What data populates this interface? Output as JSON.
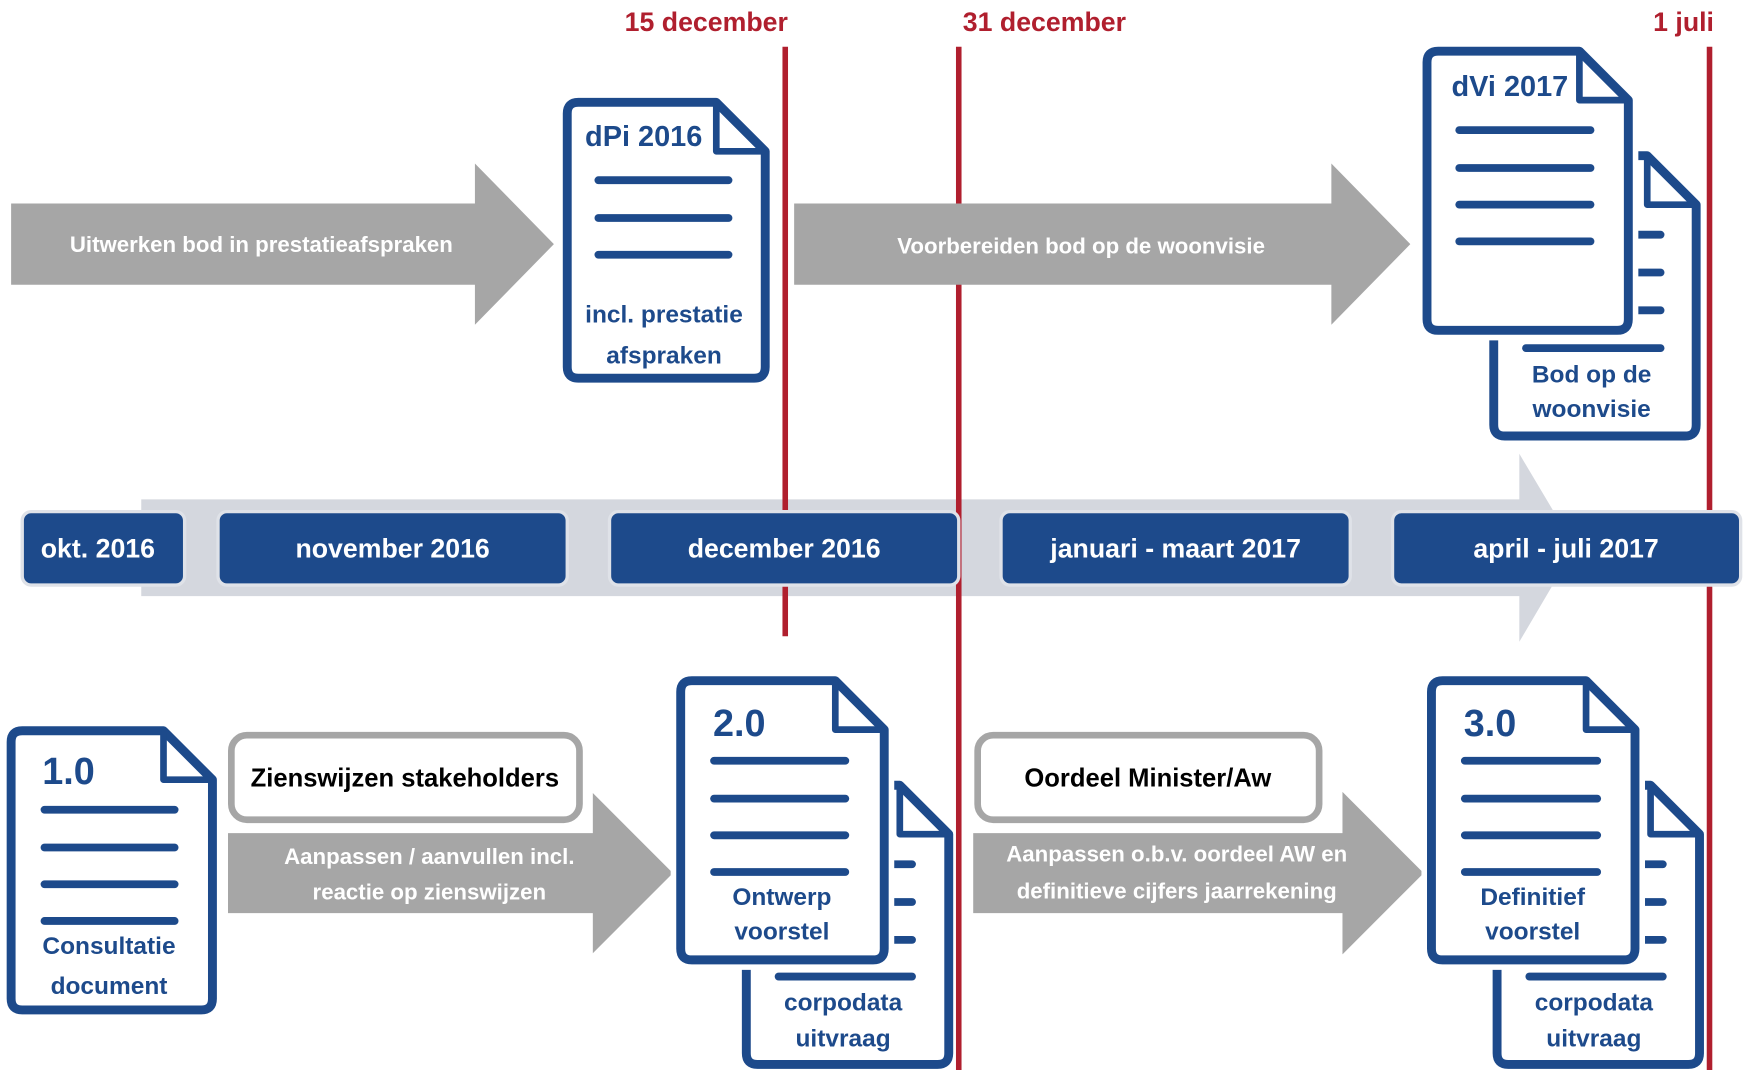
{
  "deadlines": {
    "dec15": "15 december",
    "dec31": "31 december",
    "jul1": "1 juli"
  },
  "top_row": {
    "arrow_prestatieafspraken": "Uitwerken bod in prestatieafspraken",
    "dpi_document": {
      "title": "dPi 2016",
      "caption_line1": "incl. prestatie",
      "caption_line2": "afspraken"
    },
    "arrow_woonvisie": "Voorbereiden bod op de woonvisie",
    "dvi_document": {
      "title": "dVi 2017"
    },
    "bod_document": {
      "caption_line1": "Bod op de",
      "caption_line2": "woonvisie"
    }
  },
  "timeline": {
    "periods": [
      "okt. 2016",
      "november 2016",
      "december 2016",
      "januari - maart 2017",
      "april - juli 2017"
    ]
  },
  "bottom_row": {
    "consultation_document": {
      "title": "1.0",
      "caption_line1": "Consultatie",
      "caption_line2": "document"
    },
    "stakeholder_box": "Zienswijzen stakeholders",
    "arrow_zienswijzen": {
      "line1": "Aanpassen / aanvullen incl.",
      "line2": "reactie op zienswijzen"
    },
    "draft_document": {
      "title": "2.0",
      "caption_line1": "Ontwerp",
      "caption_line2": "voorstel"
    },
    "draft_corpodata_document": {
      "caption_line1": "corpodata",
      "caption_line2": "uitvraag"
    },
    "minister_box": "Oordeel Minister/Aw",
    "arrow_oordeel": {
      "line1": "Aanpassen o.b.v. oordeel AW en",
      "line2": "definitieve cijfers jaarrekening"
    },
    "final_document": {
      "title": "3.0",
      "caption_line1": "Definitief",
      "caption_line2": "voorstel"
    },
    "final_corpodata_document": {
      "caption_line1": "corpodata",
      "caption_line2": "uitvraag"
    }
  },
  "colors": {
    "deadline_red": "#b01f2e",
    "document_blue": "#1d4a8b",
    "process_arrow_gray": "#a6a6a6",
    "timeline_arrow": "#d4d7de",
    "note_box_border": "#a6a6a6"
  }
}
